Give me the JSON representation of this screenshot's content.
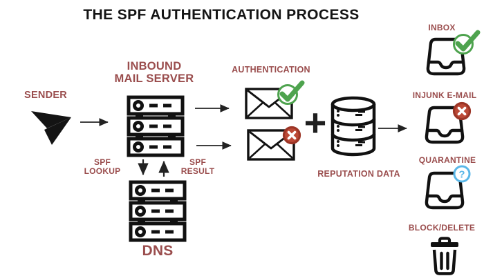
{
  "title": "THE SPF AUTHENTICATION PROCESS",
  "colors": {
    "label_red": "#9a4d4d",
    "ink_black": "#1b1b1b",
    "success_green": "#4ea34e",
    "fail_red_fill": "#bc4936",
    "fail_red_ring": "#9c3526",
    "quarantine_blue": "#5ab7e8"
  },
  "nodes": {
    "sender": {
      "label": "SENDER",
      "icon": "paper-plane-icon"
    },
    "inbound_mail_server": {
      "label_line1": "INBOUND",
      "label_line2": "MAIL SERVER",
      "icon": "server-stack-icon"
    },
    "spf_lookup": {
      "label_line1": "SPF",
      "label_line2": "LOOKUP"
    },
    "spf_result": {
      "label_line1": "SPF",
      "label_line2": "RESULT"
    },
    "dns": {
      "label": "DNS",
      "icon": "server-stack-icon"
    },
    "authentication": {
      "label": "AUTHENTICATION",
      "pass_icon": "envelope-check-icon",
      "fail_icon": "envelope-x-icon"
    },
    "plus": {
      "symbol": "+"
    },
    "reputation_data": {
      "label": "REPUTATION DATA",
      "icon": "database-icon"
    },
    "inbox": {
      "label": "INBOX",
      "icon": "tray-check-icon"
    },
    "injunk_email": {
      "label": "INJUNK E-MAIL",
      "icon": "tray-x-icon"
    },
    "quarantine": {
      "label": "QUARANTINE",
      "icon": "tray-question-icon",
      "badge_glyph": "?"
    },
    "block_delete": {
      "label": "BLOCK/DELETE",
      "icon": "trash-icon"
    }
  },
  "arrows": [
    {
      "from": "sender",
      "to": "inbound-mail-server"
    },
    {
      "from": "inbound-mail-server",
      "to": "authenticated-envelope"
    },
    {
      "from": "inbound-mail-server",
      "to": "failed-envelope"
    },
    {
      "from": "inbound-mail-server",
      "to": "dns",
      "meaning": "SPF LOOKUP"
    },
    {
      "from": "dns",
      "to": "inbound-mail-server",
      "meaning": "SPF RESULT"
    },
    {
      "from": "reputation-data",
      "to": "delivery-folders"
    }
  ]
}
